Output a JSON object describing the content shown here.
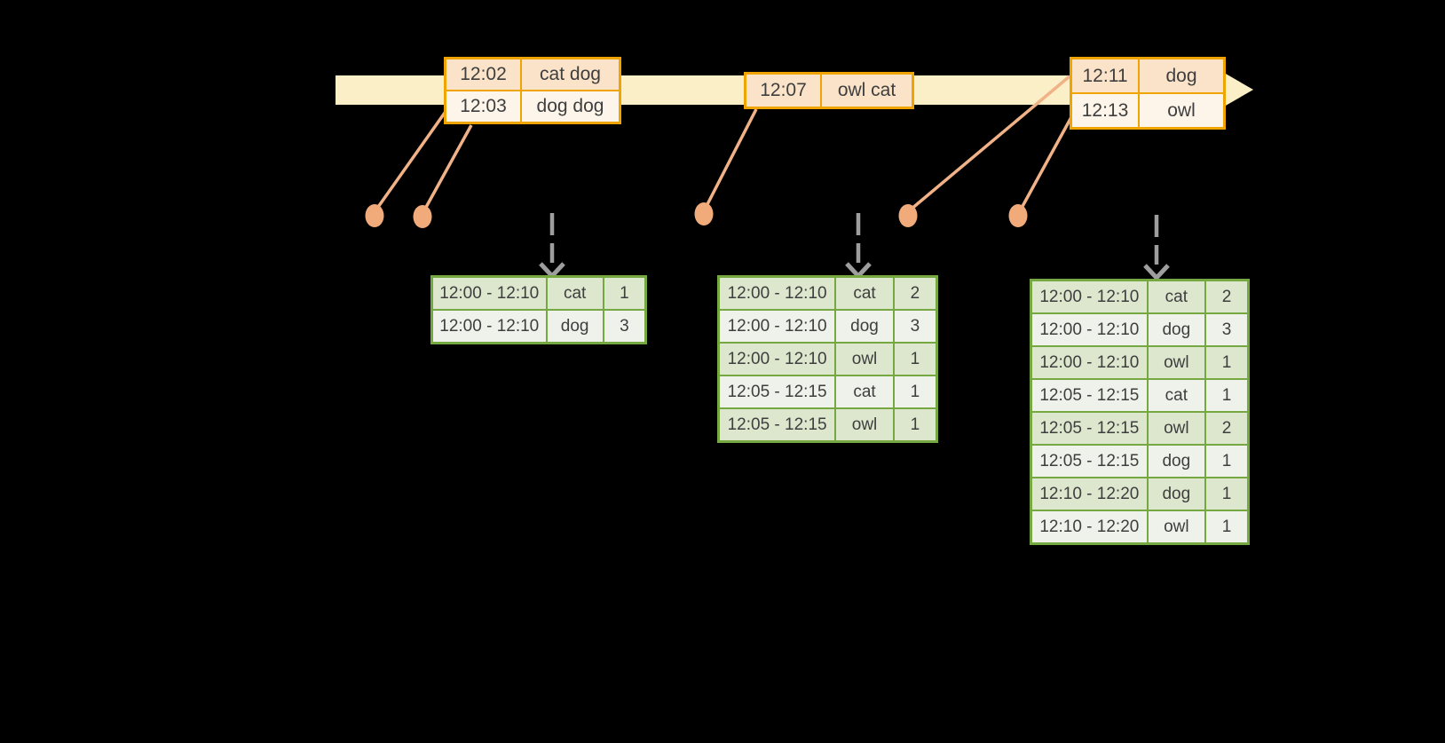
{
  "timeline": {
    "event_groups": [
      {
        "rows": [
          {
            "time": "12:02",
            "words": "cat dog"
          },
          {
            "time": "12:03",
            "words": "dog dog"
          }
        ]
      },
      {
        "rows": [
          {
            "time": "12:07",
            "words": "owl cat"
          }
        ]
      },
      {
        "rows": [
          {
            "time": "12:11",
            "words": "dog"
          },
          {
            "time": "12:13",
            "words": "owl"
          }
        ]
      }
    ]
  },
  "result_tables": [
    {
      "rows": [
        [
          "12:00 - 12:10",
          "cat",
          "1"
        ],
        [
          "12:00 - 12:10",
          "dog",
          "3"
        ]
      ]
    },
    {
      "rows": [
        [
          "12:00 - 12:10",
          "cat",
          "2"
        ],
        [
          "12:00 - 12:10",
          "dog",
          "3"
        ],
        [
          "12:00 - 12:10",
          "owl",
          "1"
        ],
        [
          "12:05 - 12:15",
          "cat",
          "1"
        ],
        [
          "12:05 - 12:15",
          "owl",
          "1"
        ]
      ]
    },
    {
      "rows": [
        [
          "12:00 - 12:10",
          "cat",
          "2"
        ],
        [
          "12:00 - 12:10",
          "dog",
          "3"
        ],
        [
          "12:00 - 12:10",
          "owl",
          "1"
        ],
        [
          "12:05 - 12:15",
          "cat",
          "1"
        ],
        [
          "12:05 - 12:15",
          "owl",
          "2"
        ],
        [
          "12:05 - 12:15",
          "dog",
          "1"
        ],
        [
          "12:10 - 12:20",
          "dog",
          "1"
        ],
        [
          "12:10 - 12:20",
          "owl",
          "1"
        ]
      ]
    }
  ],
  "colors": {
    "background": "#000000",
    "timeline_band": "#FAEFC6",
    "event_border": "#F0A400",
    "event_fill_peach": "#FAE3C8",
    "event_fill_cream": "#FDF5E9",
    "connector_line": "#F2B287",
    "event_dot": "#F1AB7B",
    "trigger_arrow": "#9E9E9E",
    "table_border": "#76A842",
    "table_fill_dark": "#DCE7CE",
    "table_fill_light": "#EFF2EA",
    "text": "#3E3E3E"
  }
}
